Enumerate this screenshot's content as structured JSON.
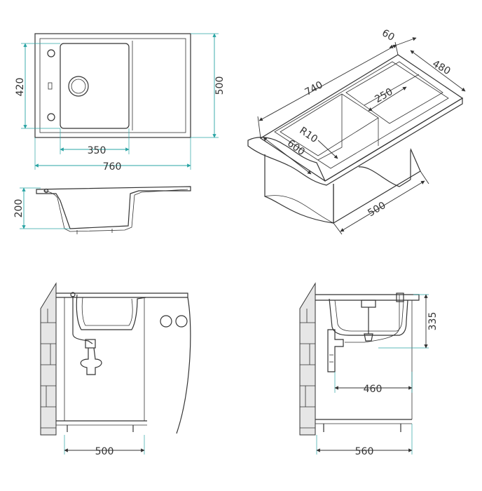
{
  "top_view": {
    "width_total": "760",
    "depth_total": "500",
    "bowl_depth": "420",
    "bowl_width": "350"
  },
  "section_view": {
    "bowl_height": "200"
  },
  "iso_view": {
    "length": "740",
    "rim": "60",
    "depth": "480",
    "radius": "R10",
    "bowl": "250",
    "cabinet_depth": "600",
    "cabinet_width": "500"
  },
  "front_cabinet": {
    "cabinet_width": "500"
  },
  "side_cabinet": {
    "height": "335",
    "drain_offset": "460",
    "cabinet_depth": "560"
  },
  "colors": {
    "dimension_line": "#2aa4a4",
    "drawing_line": "#333333",
    "wall_fill": "#e6e6e6"
  }
}
